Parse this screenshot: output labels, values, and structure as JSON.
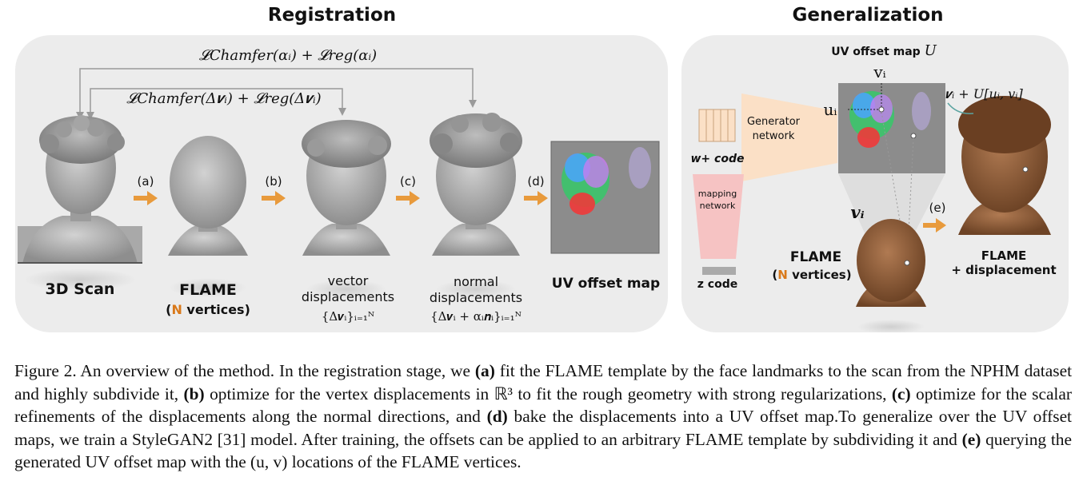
{
  "sections": {
    "registration_title": "Registration",
    "generalization_title": "Generalization"
  },
  "registration": {
    "loss_top": "𝓛Chamfer(αᵢ) + 𝓛reg(αᵢ)",
    "loss_mid": "𝓛Chamfer(Δ𝒗ᵢ) + 𝓛reg(Δ𝒗ᵢ)",
    "steps": {
      "a": "(a)",
      "b": "(b)",
      "c": "(c)",
      "d": "(d)"
    },
    "labels": {
      "scan": "3D Scan",
      "flame": "FLAME",
      "flame_n": "N",
      "flame_vertices": " vertices)",
      "vector_line1": "vector",
      "vector_line2": "displacements",
      "vector_formula": "{Δ𝒗ᵢ}ᵢ₌₁ᴺ",
      "normal_line1": "normal",
      "normal_line2": "displacements",
      "normal_formula": "{Δ𝒗ᵢ + αᵢ𝒏ᵢ}ᵢ₌₁ᴺ",
      "uv_map": "UV offset map"
    }
  },
  "generalization": {
    "uv_title": "UV offset map",
    "uv_symbol": "U",
    "v_label": "vᵢ",
    "u_label": "uᵢ",
    "generator_line1": "Generator",
    "generator_line2": "network",
    "wcode": "w+ code",
    "mapping_line1": "mapping",
    "mapping_line2": "network",
    "zcode": "z code",
    "vi_bold": "𝒗ᵢ",
    "flame": "FLAME",
    "flame_n": "N",
    "flame_vertices": " vertices)",
    "step_e": "(e)",
    "formula": "𝒗ᵢ + U[uᵢ, vᵢ]",
    "out_line1": "FLAME",
    "out_line2": "+ displacement"
  },
  "caption": {
    "p1": "Figure 2. An overview of the method. In the registration stage, we ",
    "a": "(a)",
    "p2": " fit the FLAME template by the face landmarks to the scan from the NPHM dataset and highly subdivide it, ",
    "b": "(b)",
    "p3": " optimize for the vertex displacements in ℝ³ to fit the rough geometry with strong regularizations, ",
    "c": "(c)",
    "p4": " optimize for the scalar refinements of the displacements along the normal directions, and ",
    "d": "(d)",
    "p5": " bake the displacements into a UV offset map.To generalize over the UV offset maps, we train a StyleGAN2 [31] model. After training, the offsets can be applied to an arbitrary FLAME template by subdividing it and ",
    "e": "(e)",
    "p6": " querying the generated UV offset map with the (u, v) locations of the FLAME vertices."
  },
  "colors": {
    "panel": "#ececec",
    "arrow_orange": "#e89a3c",
    "accent_orange": "#d9791a",
    "generator_fill": "#fbe0c6",
    "mapping_fill": "#f6c3c3",
    "head_grey": "#a7a7a7",
    "head_brown": "#8a5a3a"
  }
}
